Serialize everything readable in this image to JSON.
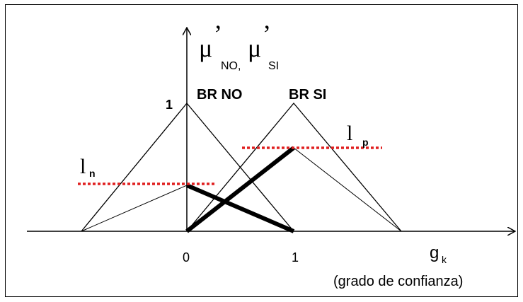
{
  "diagram": {
    "y_axis_label": {
      "symbol": "μ",
      "prime": "’",
      "sub_no": "NO,",
      "sub_si": "SI"
    },
    "x_axis_label": {
      "symbol": "g",
      "sub": "k"
    },
    "x_axis_caption": "(grado de confianza)",
    "tick_zero": "0",
    "tick_one": "1",
    "y_tick_one": "1",
    "set_br_no": "BR NO",
    "set_br_si": "BR SI",
    "level_n": {
      "symbol": "l",
      "sub": "n"
    },
    "level_p": {
      "symbol": "l",
      "sub": "p"
    },
    "colors": {
      "lines": "#000000",
      "level_lines": "#e02020"
    }
  }
}
